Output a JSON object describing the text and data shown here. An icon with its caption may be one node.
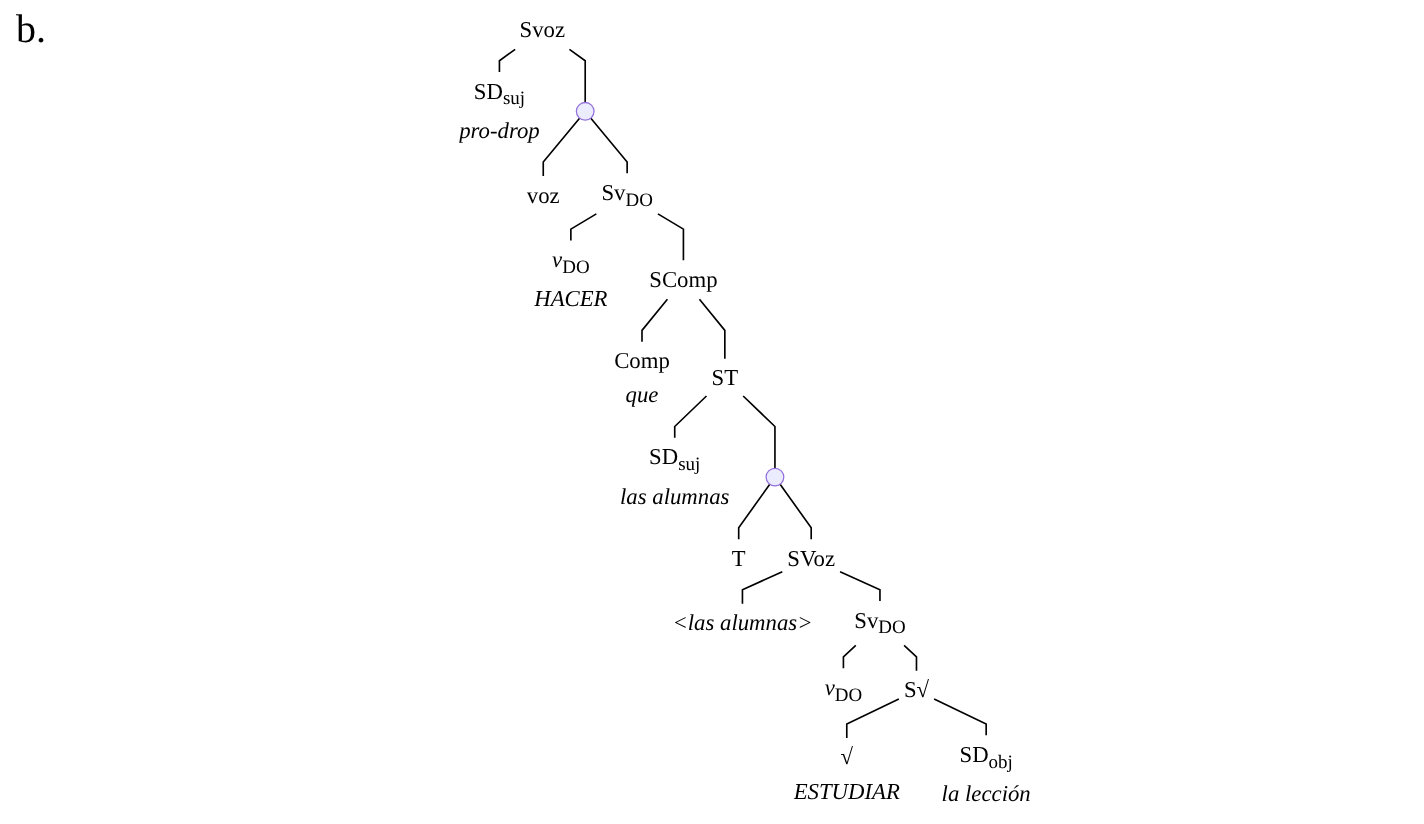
{
  "diagram": {
    "nodes": [
      {
        "text": [
          "Svoz"
        ]
      },
      {
        "text": [
          "SD$_{suj}$",
          "pro-drop"
        ]
      },
      {
        "text": [],
        "shape": "point"
      },
      {
        "text": [
          "voz"
        ]
      },
      {
        "text": [
          "Sv$_{DO}$"
        ]
      },
      {
        "text": [
          "*v*$_{DO}$",
          "HACER"
        ]
      },
      {
        "text": [
          "SComp"
        ]
      },
      {
        "text": [
          "Comp",
          "que"
        ]
      },
      {
        "text": [
          "ST"
        ]
      },
      {
        "text": [
          "SD$_{suj}$",
          "las alumnas"
        ]
      },
      {
        "text": [],
        "shape": "point"
      },
      {
        "text": [
          "T"
        ]
      },
      {
        "text": [
          "SVoz"
        ]
      },
      {
        "text": [
          "<las alumnas>"
        ]
      },
      {
        "text": [
          "Sv$_{DO}$"
        ]
      },
      {
        "text": [
          "*v*$_{DO}$"
        ]
      },
      {
        "text": [
          "S√"
        ]
      },
      {
        "text": [
          "√",
          "ESTUDIAR"
        ]
      },
      {
        "text": [
          "SD$_{obj}$",
          "la lección"
        ]
      }
    ],
    "edges": [
      {
        "from": 0,
        "to": 1,
        "arrow": "none"
      },
      {
        "from": 0,
        "to": 2,
        "arrow": "none"
      },
      {
        "from": 2,
        "to": 3,
        "arrow": "none"
      },
      {
        "from": 2,
        "to": 4,
        "arrow": "none"
      },
      {
        "from": 4,
        "to": 5,
        "arrow": "none"
      },
      {
        "from": 4,
        "to": 6,
        "arrow": "none"
      },
      {
        "from": 6,
        "to": 7,
        "arrow": "none"
      },
      {
        "from": 6,
        "to": 8,
        "arrow": "none"
      },
      {
        "from": 8,
        "to": 9,
        "arrow": "none"
      },
      {
        "from": 8,
        "to": 10,
        "arrow": "none"
      },
      {
        "from": 10,
        "to": 11,
        "arrow": "none"
      },
      {
        "from": 10,
        "to": 12,
        "arrow": "none"
      },
      {
        "from": 12,
        "to": 13,
        "arrow": "none"
      },
      {
        "from": 12,
        "to": 14,
        "arrow": "none"
      },
      {
        "from": 14,
        "to": 15,
        "arrow": "none"
      },
      {
        "from": 14,
        "to": 16,
        "arrow": "none"
      },
      {
        "from": 16,
        "to": 17,
        "arrow": "none"
      },
      {
        "from": 16,
        "to": 18,
        "arrow": "none"
      }
    ],
    "labels": [
      "b."
    ]
  }
}
